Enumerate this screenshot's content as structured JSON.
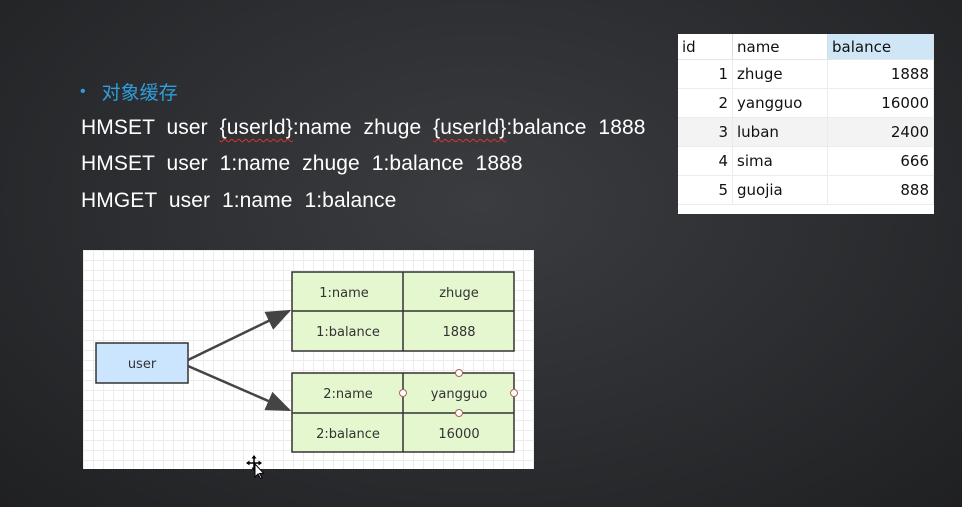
{
  "slide": {
    "bullet_symbol": "•",
    "bullet_title": "对象缓存",
    "commands": [
      {
        "prefix": "HMSET  user  ",
        "seg1": "{userId}",
        "mid": ":name  zhuge  ",
        "seg2": "{userId}",
        "suffix": ":balance  1888"
      },
      {
        "text": "HMSET  user  1:name  zhuge  1:balance  1888"
      },
      {
        "text": "HMGET  user  1:name  1:balance"
      }
    ]
  },
  "db_table": {
    "headers": [
      "id",
      "name",
      "balance"
    ],
    "rows": [
      {
        "id": "1",
        "name": "zhuge",
        "balance": "1888"
      },
      {
        "id": "2",
        "name": "yangguo",
        "balance": "16000"
      },
      {
        "id": "3",
        "name": "luban",
        "balance": "2400"
      },
      {
        "id": "4",
        "name": "sima",
        "balance": "666"
      },
      {
        "id": "5",
        "name": "guojia",
        "balance": "888"
      }
    ],
    "header_highlight_color": "#cfe6f7"
  },
  "diagram": {
    "root_label": "user",
    "hash1": [
      {
        "field": "1:name",
        "value": "zhuge"
      },
      {
        "field": "1:balance",
        "value": "1888"
      }
    ],
    "hash2": [
      {
        "field": "2:name",
        "value": "yangguo"
      },
      {
        "field": "2:balance",
        "value": "16000"
      }
    ],
    "colors": {
      "root_fill": "#cce5ff",
      "cell_fill": "#e4f7cf",
      "accent_title": "#2f9fdc"
    }
  }
}
